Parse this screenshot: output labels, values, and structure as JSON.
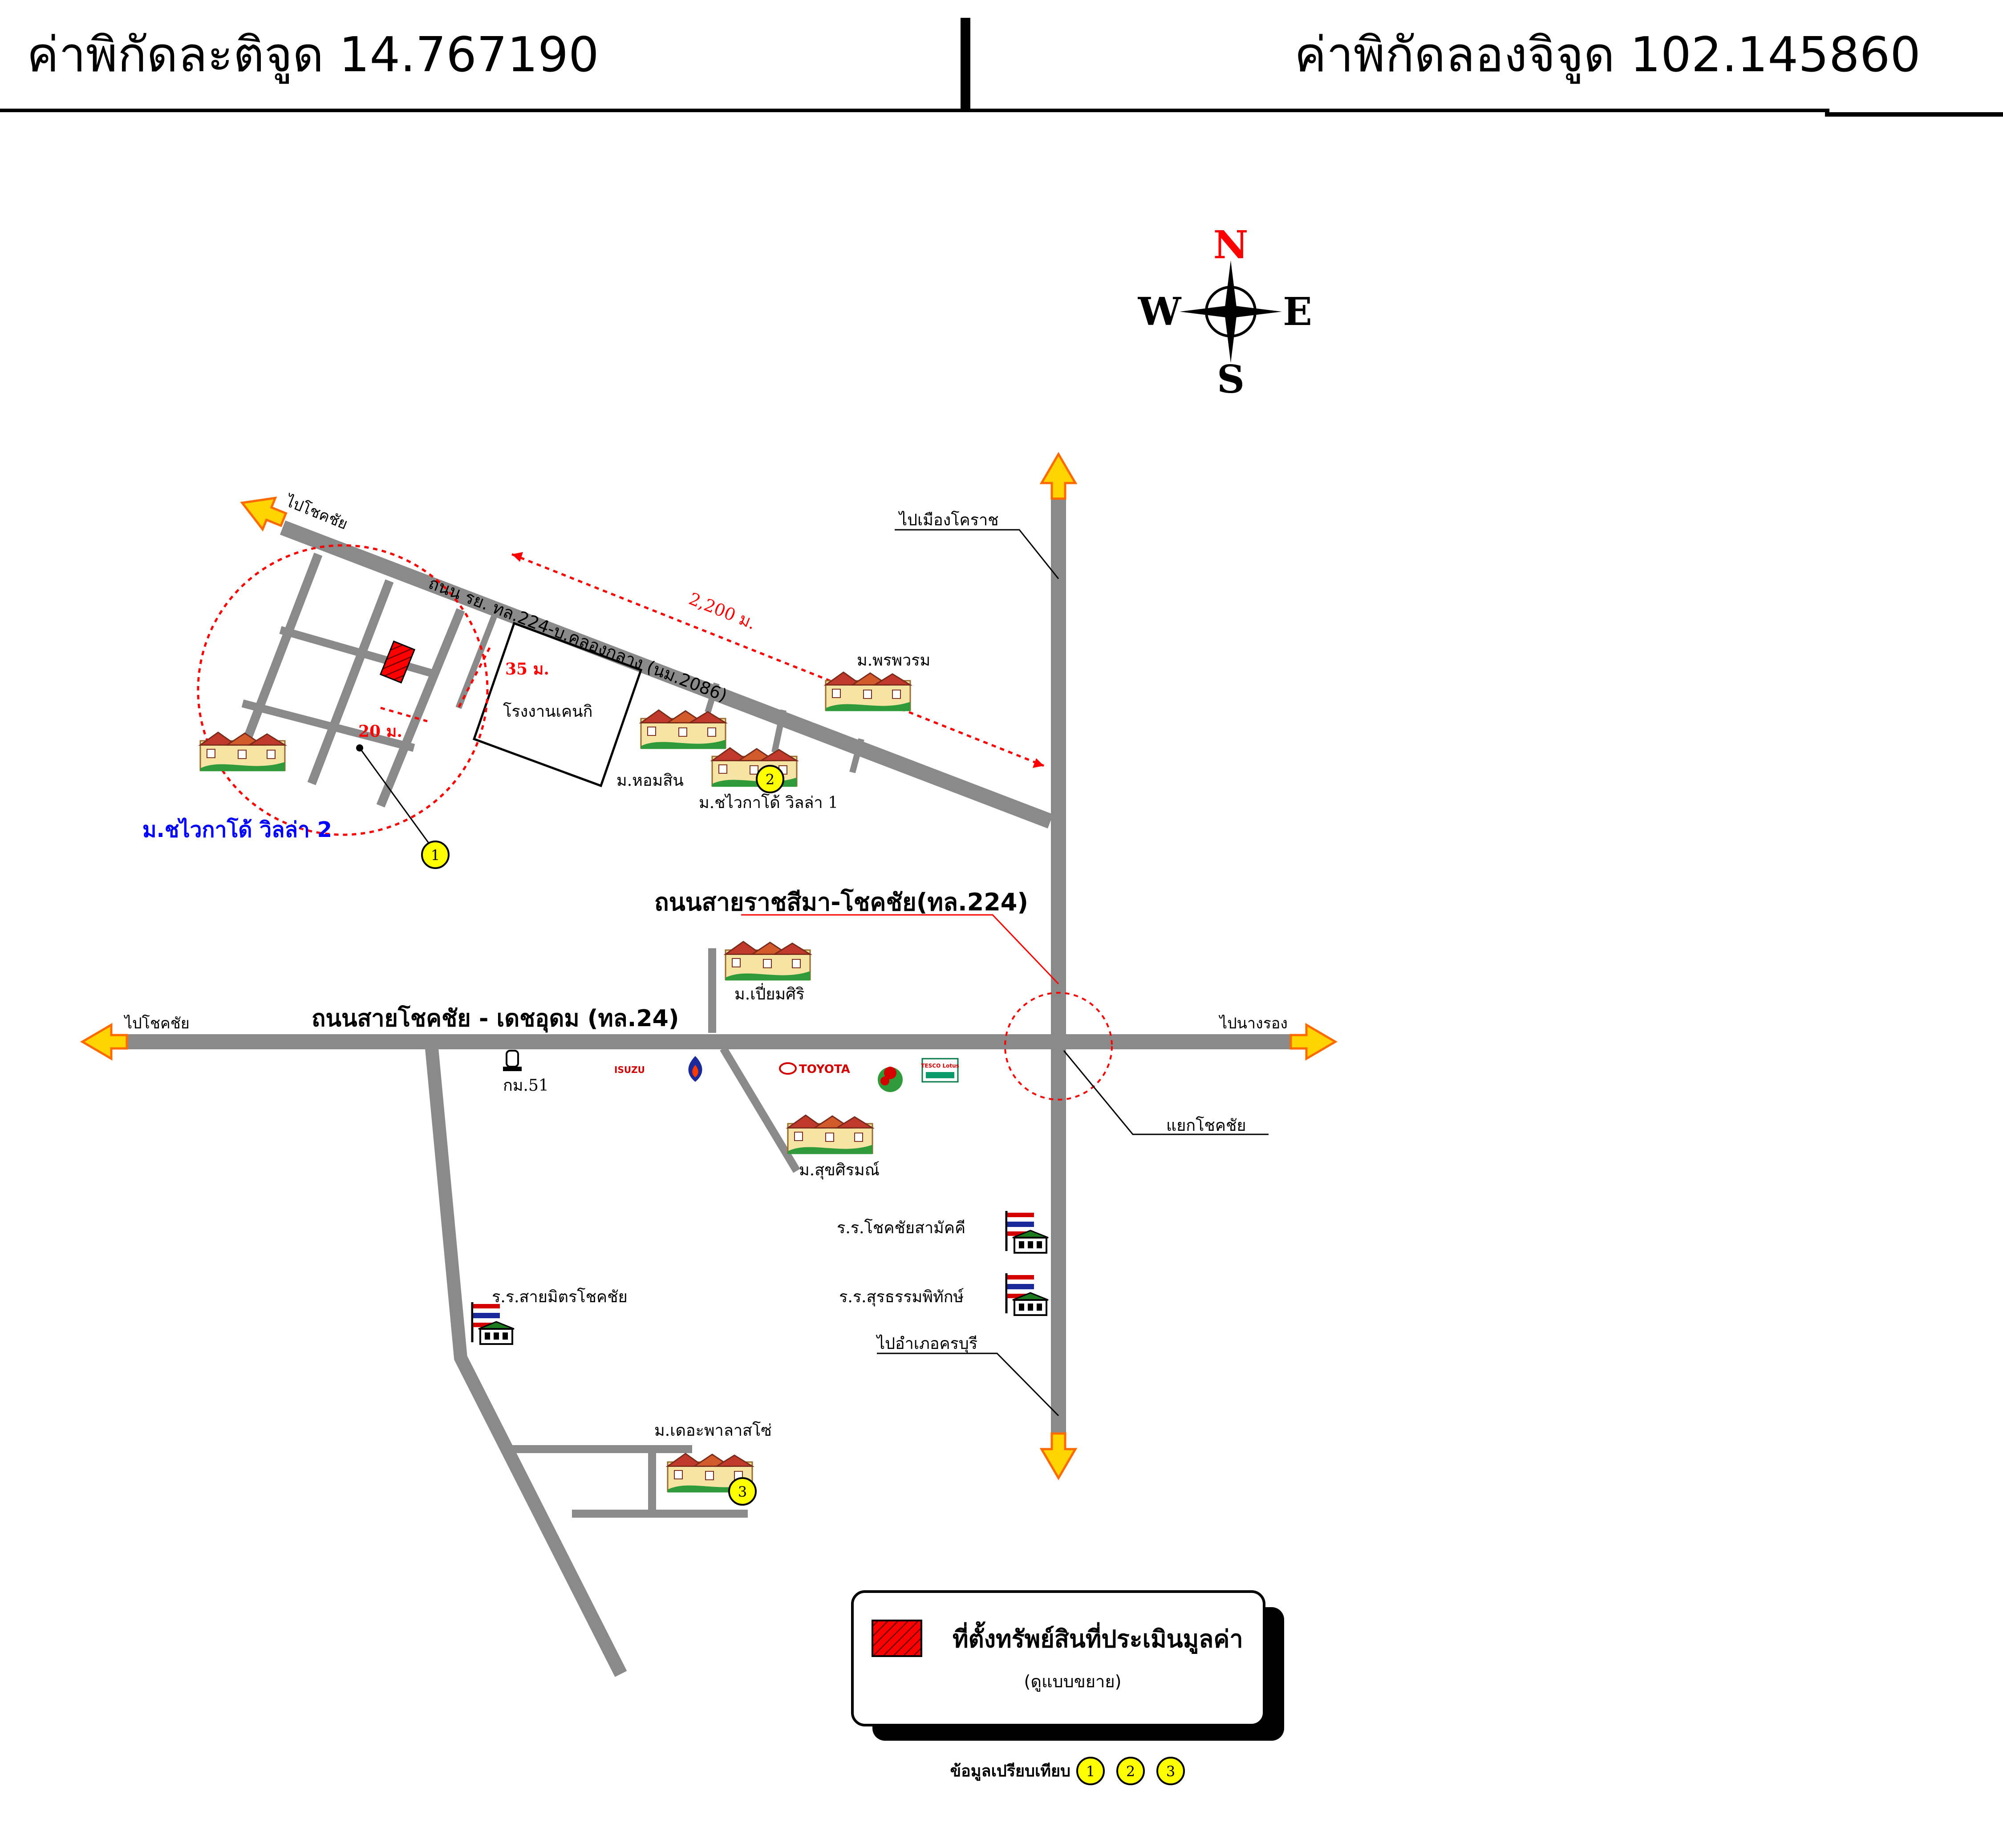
{
  "header": {
    "latitude_text": "ค่าพิกัดละติจูด 14.767190",
    "longitude_text": "ค่าพิกัดลองจิจูด 102.145860"
  },
  "compass": {
    "n": "N",
    "s": "S",
    "e": "E",
    "w": "W"
  },
  "roads": {
    "road_224_title": "ถนนสายราชสีมา-โชคชัย(ทล.224)",
    "road_24_title": "ถนนสายโชคชัย - เดชอุดม (ทล.24)",
    "road_diag_label": "ถนน รย. ทล.224-บ.คลองกลาง (นม.2086)",
    "to_chok_chai_top": "ไปโชคชัย",
    "to_korat": "ไปเมืองโคราช",
    "to_chok_chai_left": "ไปโชคชัย",
    "to_nang_rong": "ไปนางรอง",
    "to_khon_buri": "ไปอำเภอครบุรี",
    "junction": "แยกโชคชัย",
    "km_marker": "กม.51"
  },
  "places": {
    "village_villa2": "ม.ชไวกาโด้ วิลล่า 2",
    "village_villa1": "ม.ชไวกาโด้ วิลล่า 1",
    "village_phruksa": "ม.พรพวรม",
    "village_hom": "ม.หอมสิน",
    "factory": "โรงงานเคนกิ",
    "village_piam": "ม.เปี่ยมศิริ",
    "village_suk": "ม.สุขศิรมณ์",
    "village_south": "ม.เดอะพาลาสโซ่",
    "school_1": "ร.ร.โชคชัยสามัคคี",
    "school_2": "ร.ร.สุรธรรมพิทักษ์",
    "school_3": "ร.ร.สายมิตรโชคชัย"
  },
  "distances": {
    "d_2200": "2,200 ม.",
    "d_35": "35 ม.",
    "d_20": "20 ม."
  },
  "brands": {
    "toyota": "TOYOTA",
    "isuzu": "ISUZU",
    "tesco": "TESCO Lotus"
  },
  "markers": {
    "m1": "1",
    "m2": "2",
    "m3": "3"
  },
  "legend": {
    "title": "ที่ตั้งทรัพย์สินที่ประเมินมูลค่า",
    "subtitle": "(ดูแบบขยาย)",
    "compare_label": "ข้อมูลเปรียบเทียบ"
  },
  "colors": {
    "road": "#8a8a8a",
    "arrow": "#ffd400",
    "arrow_stroke": "#ff6a00",
    "accent_red": "#ff0000",
    "marker": "#ffff00",
    "village_blue": "#0000ff"
  }
}
